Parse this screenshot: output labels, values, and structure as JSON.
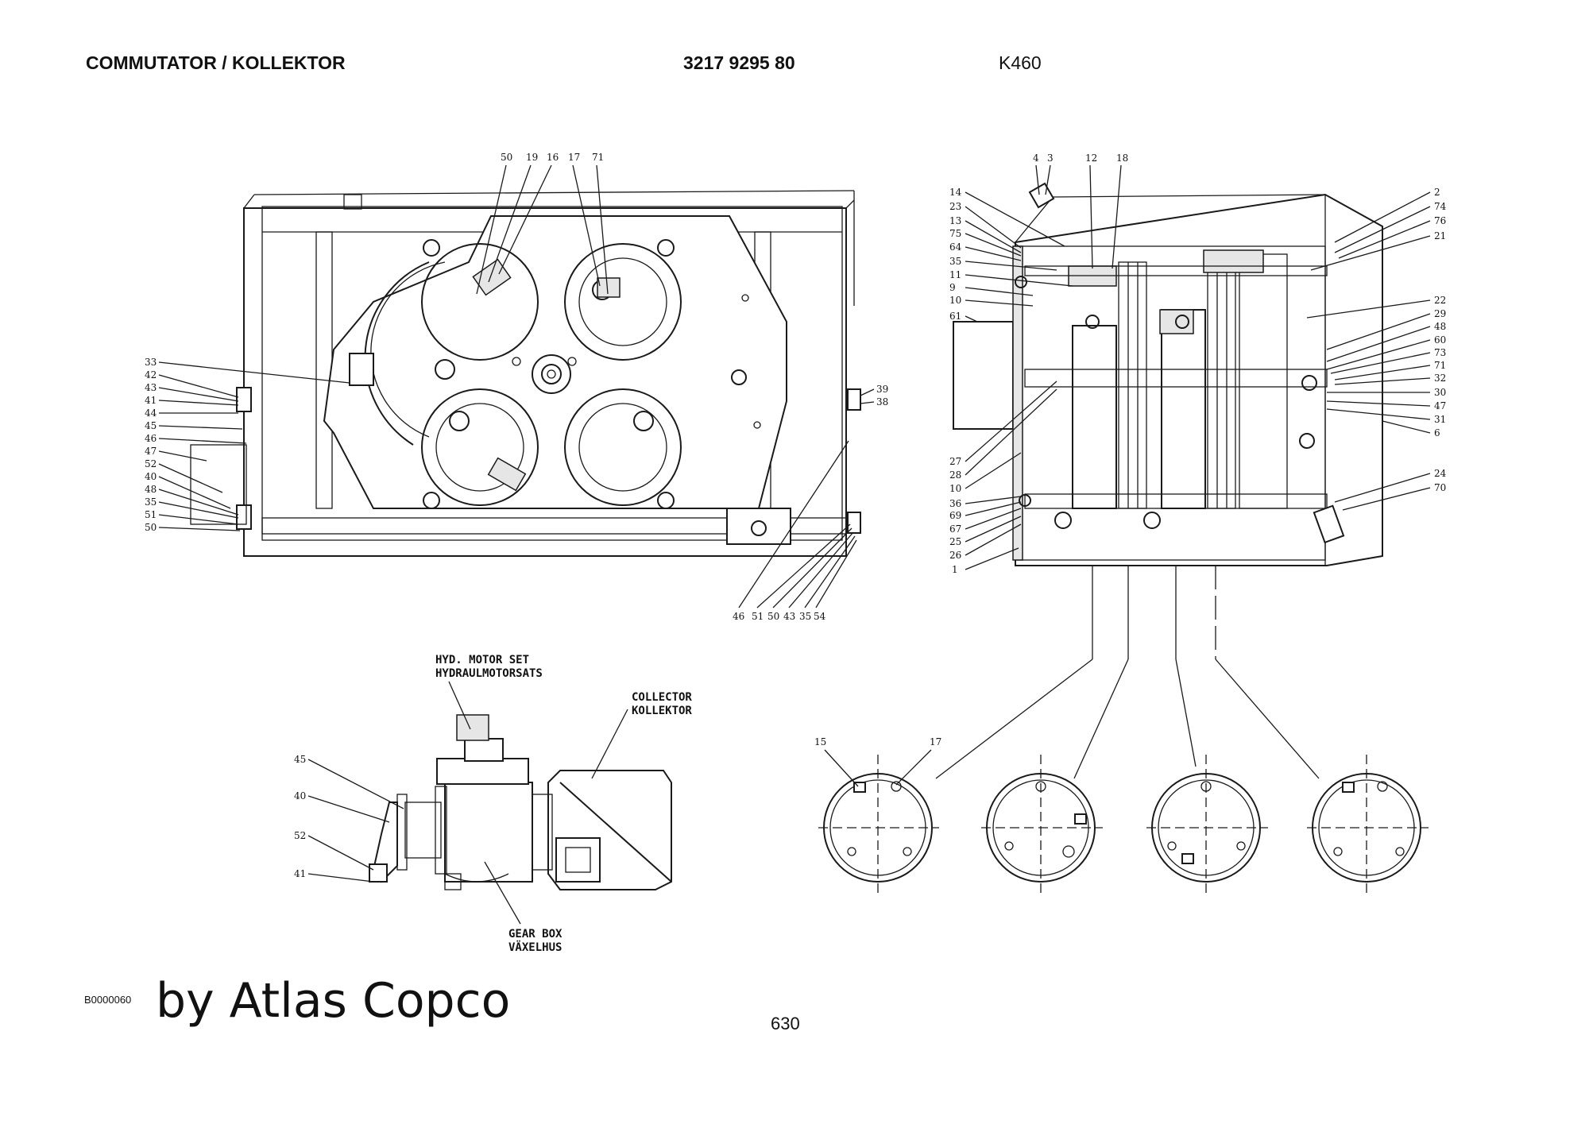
{
  "header": {
    "title": "COMMUTATOR / KOLLEKTOR",
    "part_number": "3217 9295 80",
    "model": "K460"
  },
  "footer": {
    "doc_code": "B0000060",
    "brand": "by Atlas Copco",
    "page": "630"
  },
  "front_view": {
    "top_callouts": [
      "50",
      "19",
      "16",
      "17",
      "71"
    ],
    "left_callouts": [
      "33",
      "42",
      "43",
      "41",
      "44",
      "45",
      "46",
      "47",
      "52",
      "40",
      "48",
      "35",
      "51",
      "50"
    ],
    "right_callouts": [
      "39",
      "38"
    ],
    "bottom_callouts": [
      "46",
      "51",
      "50",
      "43",
      "35",
      "54"
    ]
  },
  "side_view": {
    "top_callouts": [
      "4",
      "3",
      "12",
      "18"
    ],
    "left_callouts": [
      "14",
      "23",
      "13",
      "75",
      "64",
      "35",
      "11",
      "9",
      "10",
      "61",
      "27",
      "28",
      "10",
      "36",
      "69",
      "67",
      "25",
      "26",
      "1"
    ],
    "right_callouts": [
      "2",
      "74",
      "76",
      "21",
      "22",
      "29",
      "48",
      "60",
      "73",
      "71",
      "32",
      "30",
      "47",
      "31",
      "6",
      "24",
      "70"
    ]
  },
  "motor_assembly": {
    "hyd_motor_en": "HYD. MOTOR SET",
    "hyd_motor_sv": "HYDRAULMOTORSATS",
    "collector_en": "COLLECTOR",
    "collector_sv": "KOLLEKTOR",
    "gearbox_en": "GEAR BOX",
    "gearbox_sv": "VÄXELHUS",
    "callouts": [
      "45",
      "40",
      "52",
      "41"
    ]
  },
  "rings": {
    "callouts": [
      "15",
      "17"
    ]
  }
}
